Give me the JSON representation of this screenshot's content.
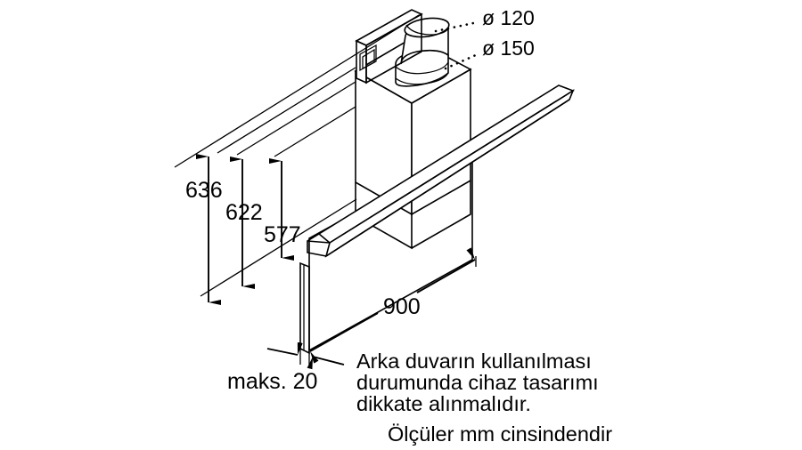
{
  "drawing": {
    "title": "Wall-mounted inclined cooker hood installation dimensions",
    "units_note": "Ölçüler mm cinsindendir",
    "line_color": "#000000",
    "background_color": "#ffffff"
  },
  "dimensions": {
    "height_636": "636",
    "height_622": "622",
    "height_577": "577",
    "width_900": "900",
    "gap_max": "maks. 20"
  },
  "duct_labels": {
    "diameter_120": "ø 120",
    "diameter_150": "ø 150"
  },
  "notes": {
    "line1": "Arka duvarın kullanılması",
    "line2": "durumunda cihaz tasarımı",
    "line3": "dikkate alınmalıdır.",
    "line4": "Ölçüler mm cinsindendir"
  }
}
